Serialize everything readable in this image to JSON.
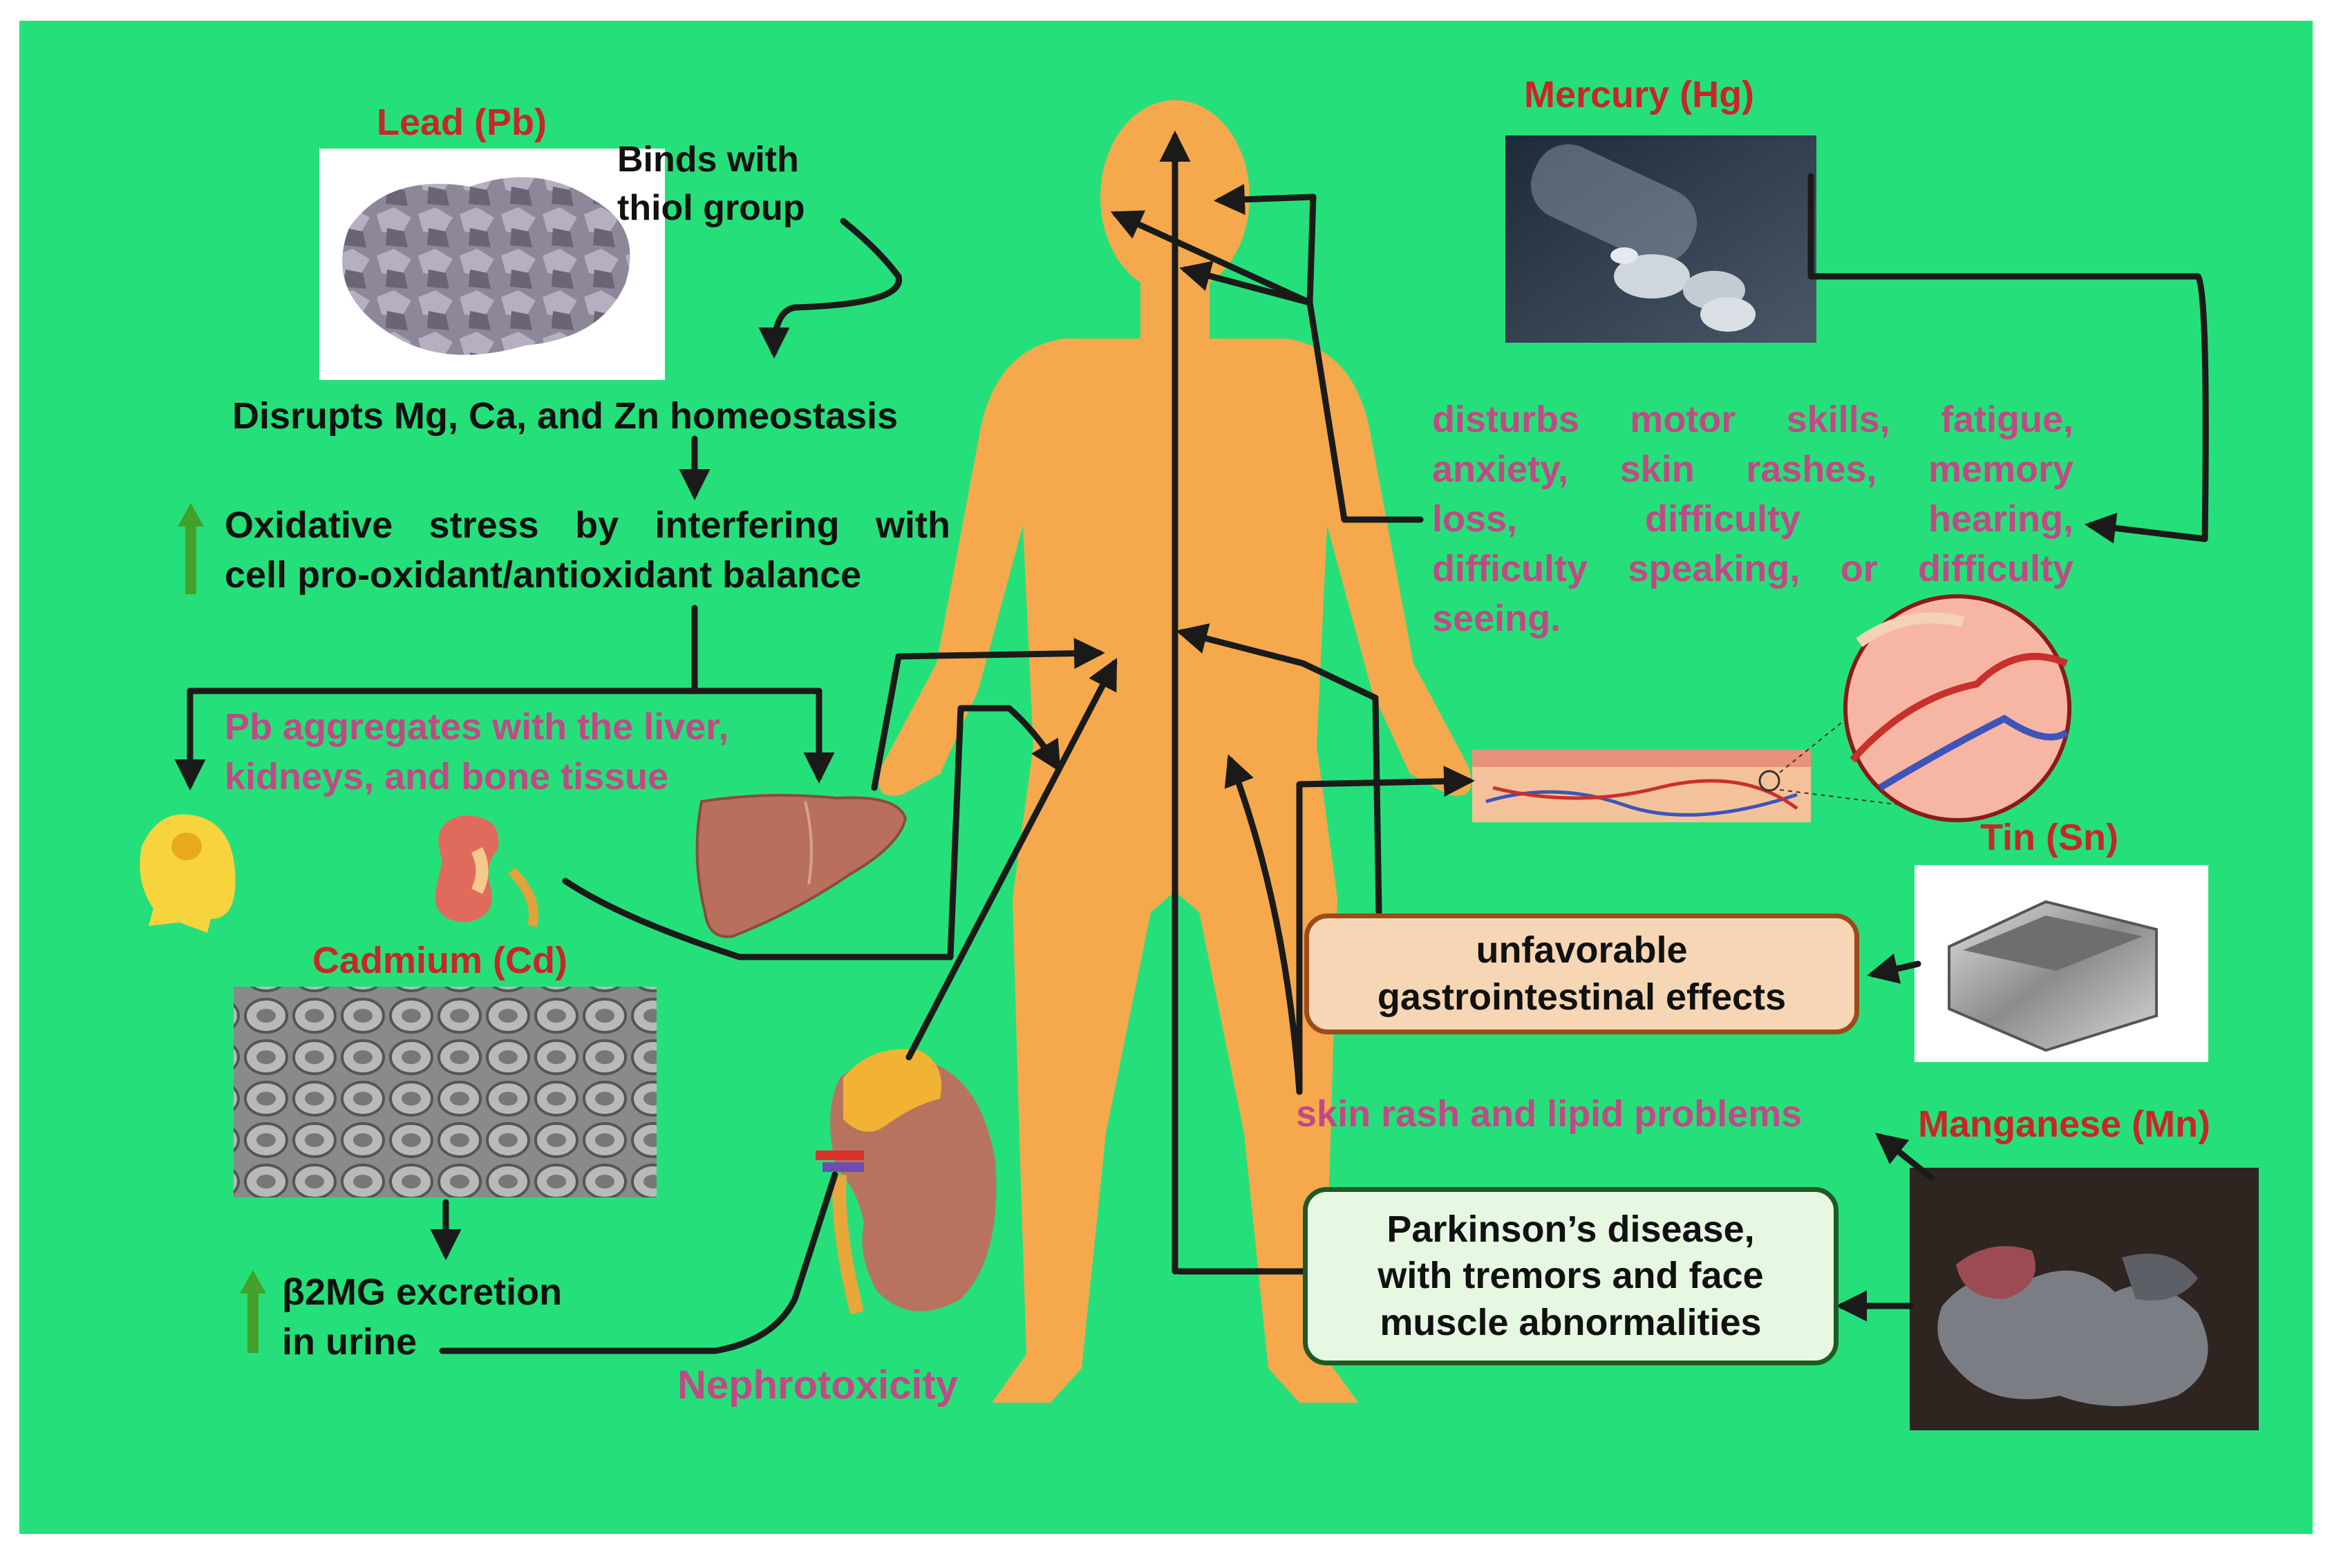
{
  "colors": {
    "background": "#25e07a",
    "body": "#f5a94c",
    "arrow": "#1a1a1a",
    "metal_label": "#c62828",
    "effect_text": "#c04a86",
    "increase_arrow": "#43a02a"
  },
  "lead": {
    "label": "Lead (Pb)",
    "binds_line1": "Binds with",
    "binds_line2": "thiol group",
    "disrupts": "Disrupts Mg, Ca, and Zn homeostasis",
    "oxidative_line1": "Oxidative stress by interfering with",
    "oxidative_line2": "cell pro-oxidant/antioxidant balance",
    "aggregates_line1": "Pb aggregates with the liver,",
    "aggregates_line2": "kidneys, and bone tissue"
  },
  "cadmium": {
    "label": "Cadmium (Cd)",
    "excretion_line1": "β2MG excretion",
    "excretion_line2": "in urine",
    "nephrotoxicity": "Nephrotoxicity"
  },
  "mercury": {
    "label": "Mercury (Hg)",
    "effects_line1": "disturbs motor skills, fatigue,",
    "effects_line2": "anxiety, skin rashes, memory",
    "effects_line3": "loss, difficulty hearing,",
    "effects_line4": "difficulty speaking, or difficulty",
    "effects_line5": "seeing."
  },
  "tin": {
    "label": "Tin (Sn)",
    "effect_line1": "unfavorable",
    "effect_line2": "gastrointestinal effects"
  },
  "manganese": {
    "label": "Manganese (Mn)",
    "skin_effect": "skin rash and lipid problems",
    "parkinson_line1": "Parkinson’s disease,",
    "parkinson_line2": "with tremors and face",
    "parkinson_line3": "muscle abnormalities"
  }
}
